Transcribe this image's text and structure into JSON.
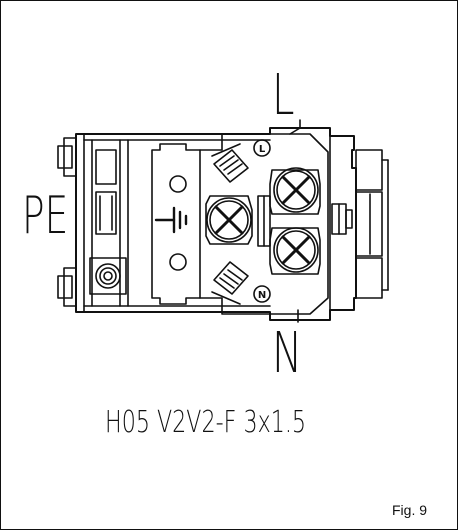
{
  "labels": {
    "live": "L",
    "protective_earth": "PE",
    "neutral": "N",
    "cable_spec": "H05 V2V2-F 3x1.5",
    "figure": "Fig. 9"
  },
  "terminal_markers": {
    "live": "L",
    "neutral": "N"
  },
  "icons": [
    "ground-symbol-icon",
    "terminal-screw-icon",
    "cable-clamp-icon"
  ]
}
